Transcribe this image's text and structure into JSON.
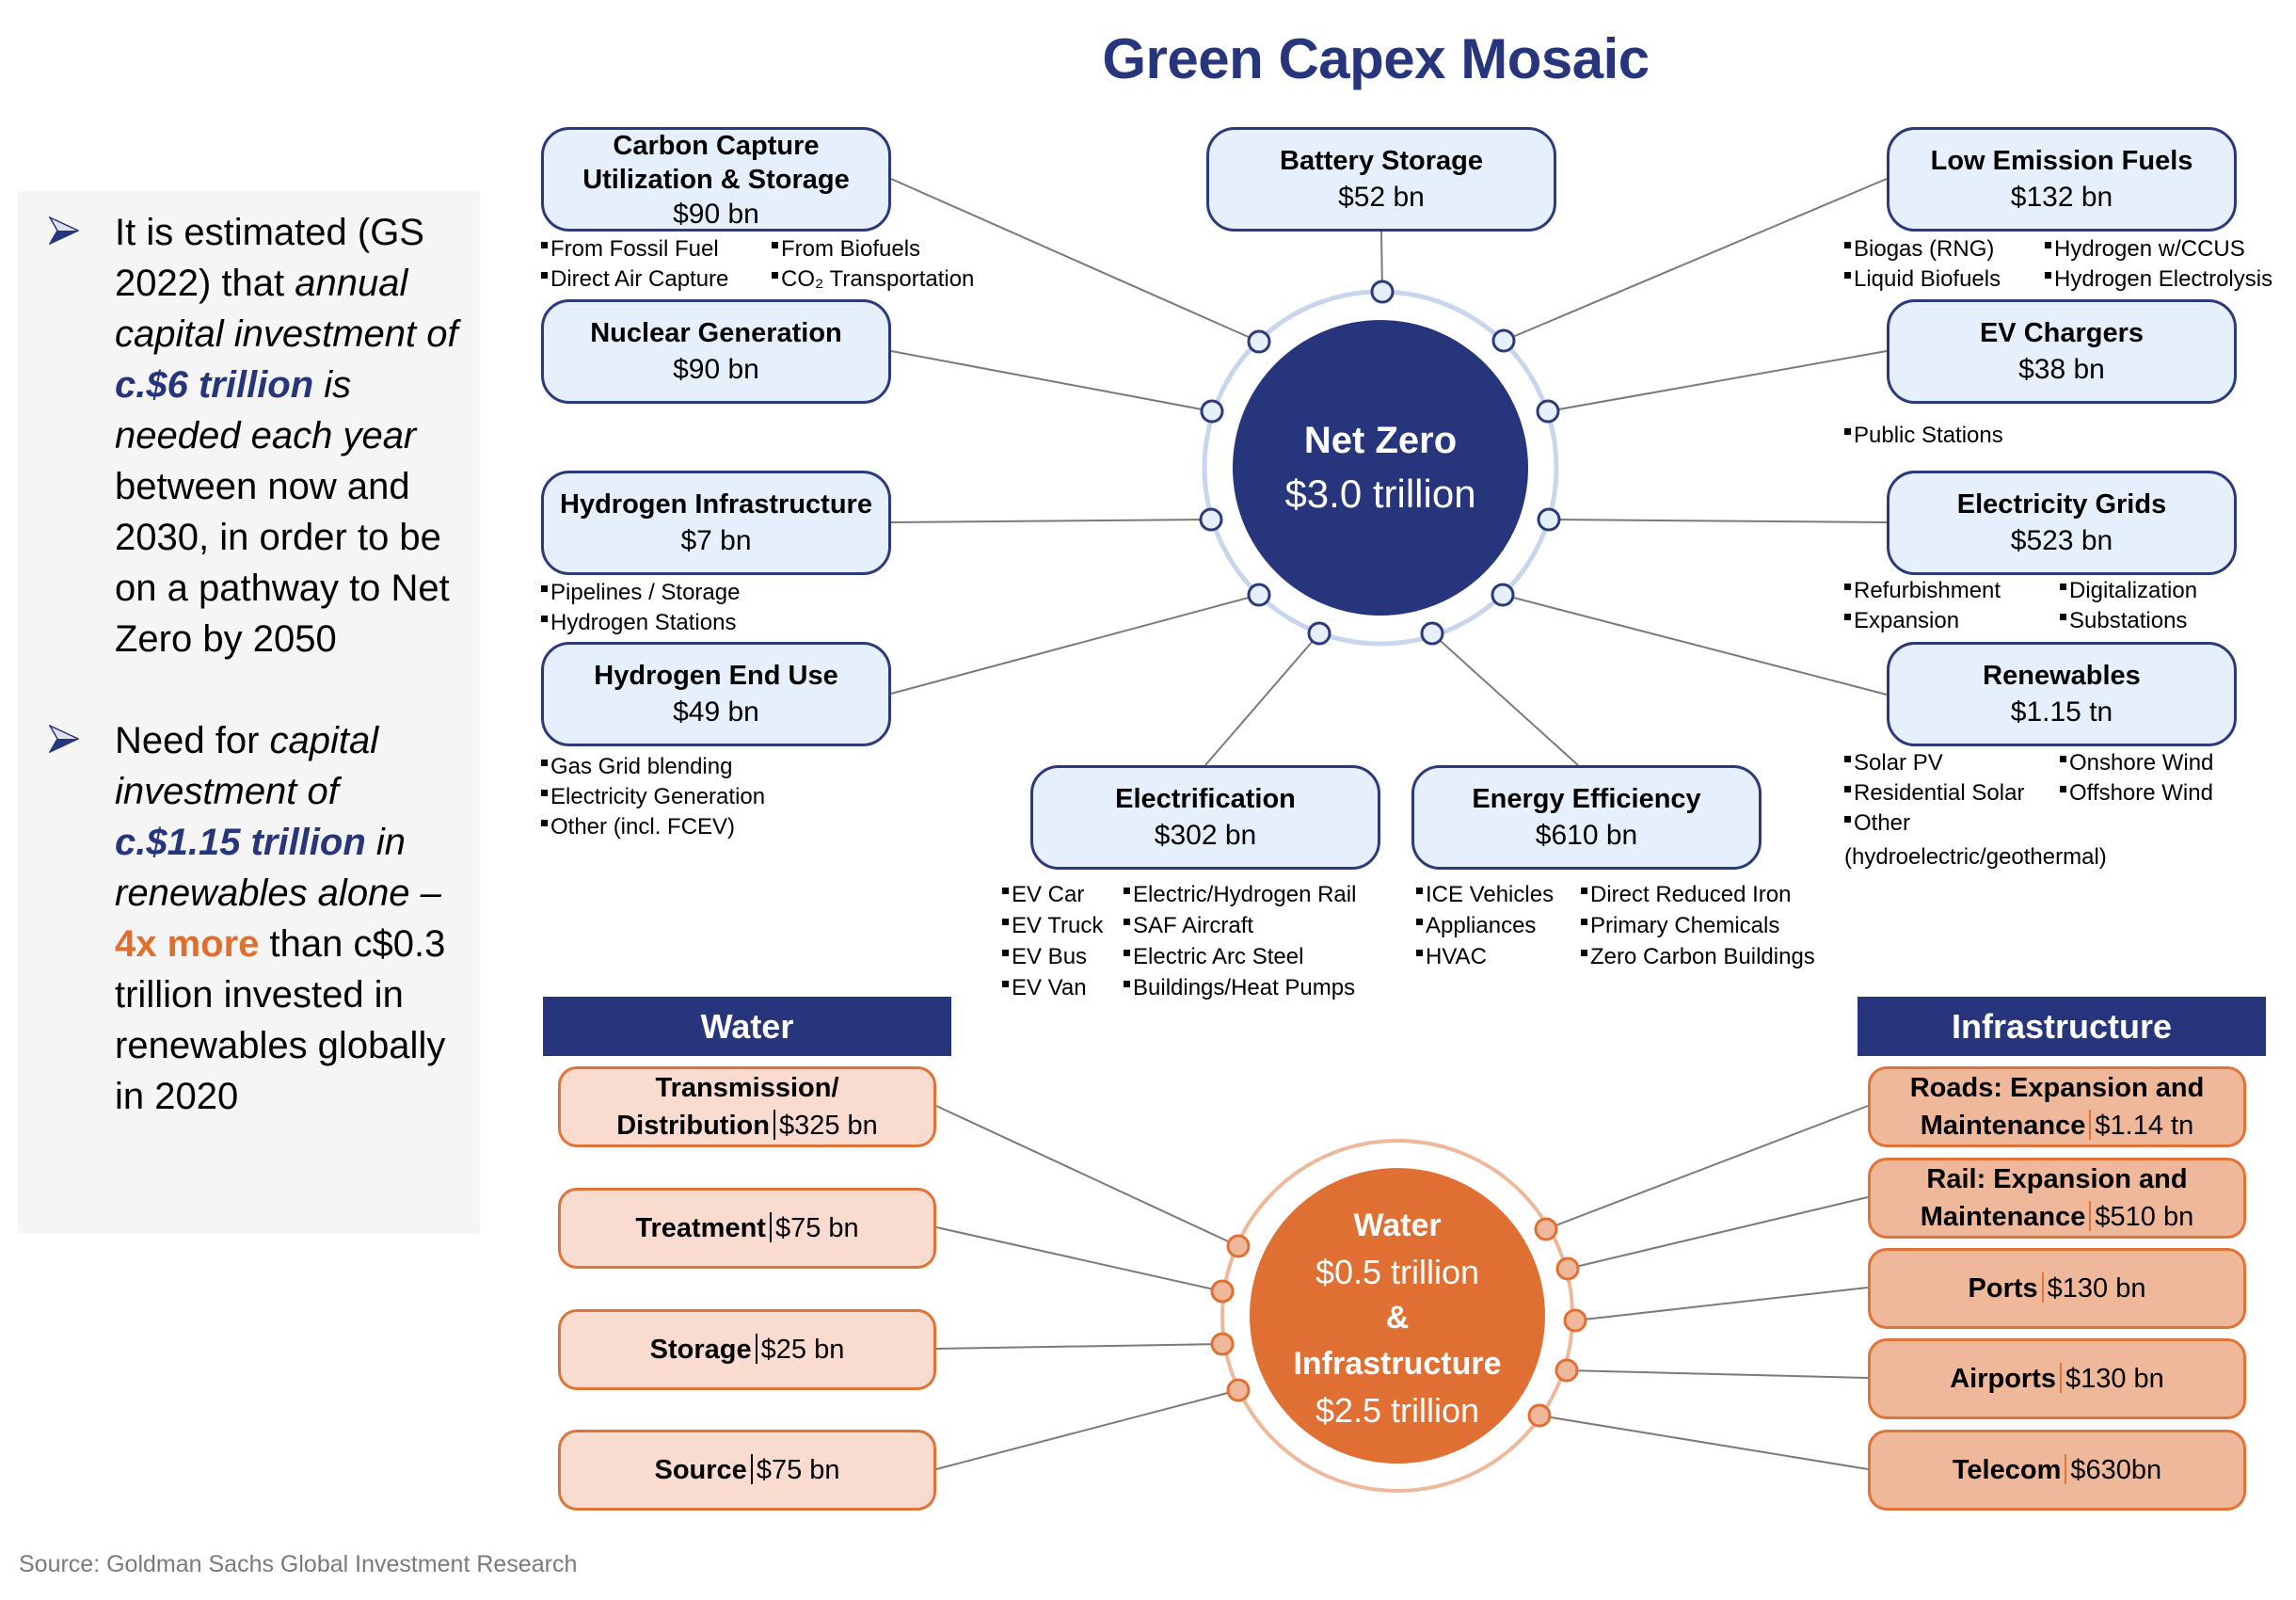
{
  "title": "Green Capex Mosaic",
  "side_panel": {
    "bullet_icon": "arrowhead-icon",
    "bullet1": {
      "p1": "It is estimated (GS 2022) that ",
      "p2_italic": "annual capital investment of ",
      "p3_highlight": "c.$6 trillion",
      "p4_italic": " is needed each year",
      "p5": " between now and 2030, in order to be on a pathway to Net Zero by 2050"
    },
    "bullet2": {
      "p1": "Need for ",
      "p2_italic": "capital investment of ",
      "p3_highlight": "c.$1.15 trillion",
      "p4_italic": " in renewables alone – ",
      "p5_orange": "4x more",
      "p6": " than c$0.3 trillion invested in renewables globally in 2020"
    }
  },
  "net_zero": {
    "label": "Net Zero",
    "value": "$3.0 trillion",
    "colors": {
      "fill": "#27367c",
      "ring": "#c7d5ef",
      "node_fill": "#e6f0fc",
      "node_stroke": "#2a3a7c"
    },
    "categories": [
      {
        "id": "ccus",
        "title_line1": "Carbon Capture",
        "title_line2": "Utilization & Storage",
        "value": "$90 bn",
        "bullets_col1": [
          "From Fossil Fuel",
          "Direct Air Capture"
        ],
        "bullets_col2": [
          "From Biofuels",
          "CO₂ Transportation"
        ]
      },
      {
        "id": "nuclear",
        "title": "Nuclear Generation",
        "value": "$90 bn",
        "bullets": []
      },
      {
        "id": "hydrogen-infrastructure",
        "title": "Hydrogen Infrastructure",
        "value": "$7 bn",
        "bullets": [
          "Pipelines / Storage",
          "Hydrogen Stations"
        ]
      },
      {
        "id": "hydrogen-end-use",
        "title": "Hydrogen End Use",
        "value": "$49 bn",
        "bullets": [
          "Gas Grid blending",
          "Electricity Generation",
          "Other (incl. FCEV)"
        ]
      },
      {
        "id": "battery-storage",
        "title": "Battery Storage",
        "value": "$52 bn",
        "bullets": []
      },
      {
        "id": "low-emission-fuels",
        "title": "Low Emission Fuels",
        "value": "$132 bn",
        "bullets_col1": [
          "Biogas (RNG)",
          "Liquid Biofuels"
        ],
        "bullets_col2": [
          "Hydrogen w/CCUS",
          "Hydrogen Electrolysis"
        ]
      },
      {
        "id": "ev-chargers",
        "title": "EV Chargers",
        "value": "$38 bn",
        "bullets": [
          "Public Stations"
        ]
      },
      {
        "id": "electricity-grids",
        "title": "Electricity Grids",
        "value": "$523 bn",
        "bullets_col1": [
          "Refurbishment",
          "Expansion"
        ],
        "bullets_col2": [
          "Digitalization",
          "Substations"
        ]
      },
      {
        "id": "renewables",
        "title": "Renewables",
        "value": "$1.15 tn",
        "bullets_col1": [
          "Solar PV",
          "Residential Solar",
          "Other"
        ],
        "bullets_col2": [
          "Onshore Wind",
          "Offshore Wind"
        ],
        "bullets_tail": "(hydroelectric/geothermal)"
      },
      {
        "id": "electrification",
        "title": "Electrification",
        "value": "$302 bn",
        "bullets_col1": [
          "EV Car",
          "EV Truck",
          "EV Bus",
          "EV Van"
        ],
        "bullets_col2": [
          "Electric/Hydrogen Rail",
          "SAF Aircraft",
          "Electric Arc Steel",
          "Buildings/Heat Pumps"
        ]
      },
      {
        "id": "energy-efficiency",
        "title": "Energy Efficiency",
        "value": "$610 bn",
        "bullets_col1": [
          "ICE Vehicles",
          "Appliances",
          "HVAC"
        ],
        "bullets_col2": [
          "Direct Reduced Iron",
          "Primary Chemicals",
          "Zero Carbon Buildings"
        ]
      }
    ]
  },
  "water_infra": {
    "label_water": "Water",
    "value_water": "$0.5 trillion",
    "amp": "&",
    "label_infra": "Infrastructure",
    "value_infra": "$2.5 trillion",
    "colors": {
      "fill": "#e06f33",
      "ring": "#f0b89a",
      "node_fill": "#f0b89a",
      "node_stroke": "#e06f33",
      "water_box": "#f9dccf",
      "infra_box": "#f0b89a"
    },
    "water_banner": "Water",
    "infra_banner": "Infrastructure",
    "water_items": [
      {
        "name_line1": "Transmission/",
        "name_line2": "Distribution",
        "value": "$325 bn"
      },
      {
        "name": "Treatment",
        "value": "$75 bn"
      },
      {
        "name": "Storage",
        "value": "$25 bn"
      },
      {
        "name": "Source",
        "value": "$75 bn"
      }
    ],
    "infra_items": [
      {
        "name_line1": "Roads: Expansion and",
        "name_line2": "Maintenance",
        "value": "$1.14 tn"
      },
      {
        "name_line1": "Rail: Expansion and",
        "name_line2": "Maintenance",
        "value": "$510 bn"
      },
      {
        "name": "Ports",
        "value": "$130 bn"
      },
      {
        "name": "Airports",
        "value": "$130 bn"
      },
      {
        "name": "Telecom",
        "value": "$630bn"
      }
    ]
  },
  "source": "Source: Goldman Sachs Global Investment Research"
}
